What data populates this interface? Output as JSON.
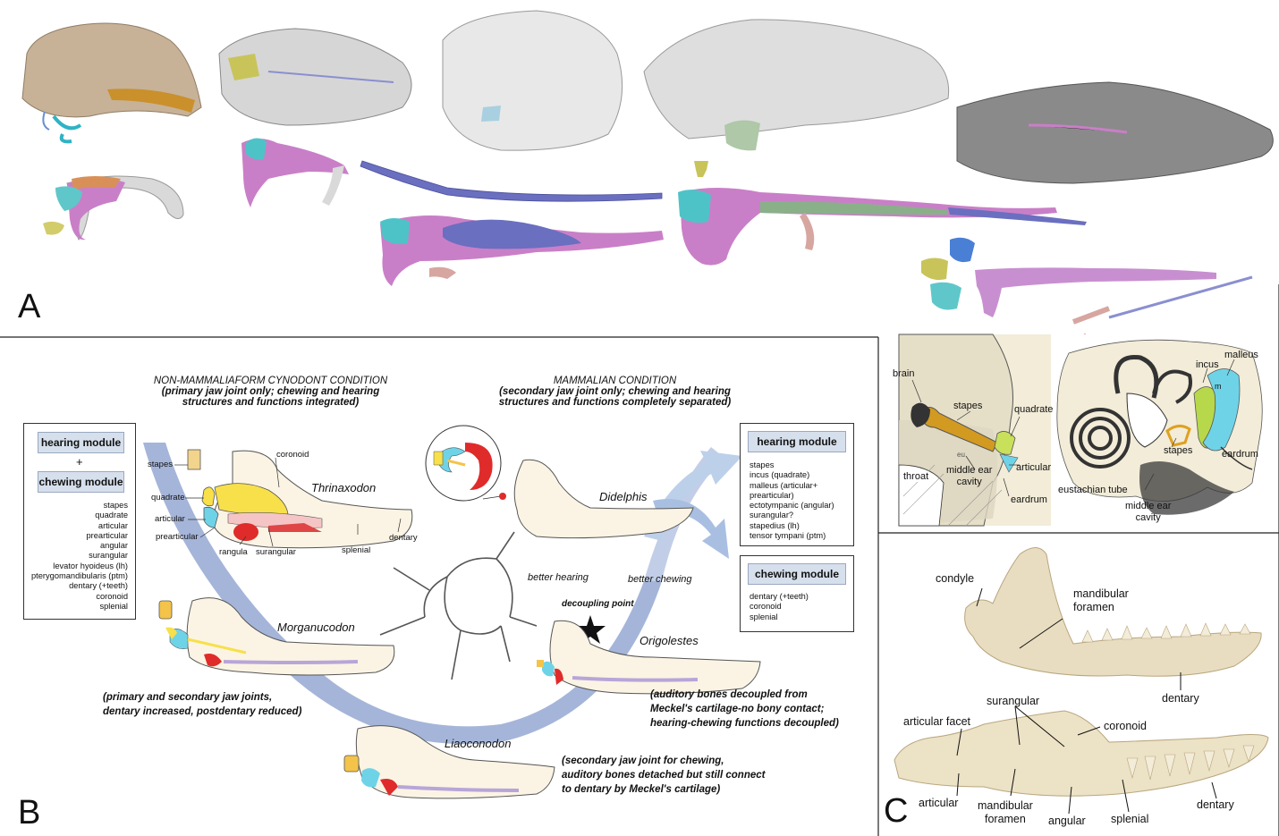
{
  "panel_a": {
    "letter": "A"
  },
  "panel_b": {
    "letter": "B",
    "left_title_1": "NON-MAMMALIAFORM CYNODONT CONDITION",
    "left_title_2": "(primary jaw joint only; chewing and hearing",
    "left_title_3": "structures and functions integrated)",
    "right_title_1": "MAMMALIAN CONDITION",
    "right_title_2": "(secondary jaw joint only; chewing and hearing",
    "right_title_3": "structures and functions completely separated)",
    "left_box": {
      "hearing": "hearing module",
      "plus": "+",
      "chewing": "chewing module",
      "items": [
        "stapes",
        "quadrate",
        "articular",
        "prearticular",
        "angular",
        "surangular",
        "levator hyoideus (lh)",
        "pterygomandibularis (ptm)",
        "dentary (+teeth)",
        "coronoid",
        "splenial"
      ]
    },
    "right_hearing_box": {
      "title": "hearing module",
      "items": [
        "stapes",
        "incus (quadrate)",
        "malleus (articular+",
        "prearticular)",
        "ectotympanic (angular)",
        "surangular?",
        "stapedius (lh)",
        "tensor tympani (ptm)"
      ]
    },
    "right_chewing_box": {
      "title": "chewing module",
      "items": [
        "dentary (+teeth)",
        "coronoid",
        "splenial"
      ]
    },
    "taxa": {
      "thrinaxodon": "Thrinaxodon",
      "morganucodon": "Morganucodon",
      "liaoconodon": "Liaoconodon",
      "origolestes": "Origolestes",
      "didelphis": "Didelphis"
    },
    "thrinaxodon_labels": {
      "stapes": "stapes",
      "quadrate": "quadrate",
      "articular": "articular",
      "prearticular": "prearticular",
      "rangula": "rangula",
      "surangular": "surangular",
      "coronoid": "coronoid",
      "splenial": "splenial",
      "dentary": "dentary"
    },
    "tree_labels": {
      "better_hearing": "better hearing",
      "better_chewing": "better chewing",
      "decoupling_point": "decoupling point"
    },
    "captions": {
      "morganucodon_1": "(primary and secondary jaw joints,",
      "morganucodon_2": "dentary increased, postdentary reduced)",
      "origolestes_1": "(auditory bones decoupled from",
      "origolestes_2": "Meckel's cartilage-no bony contact;",
      "origolestes_3": "hearing-chewing functions decoupled)",
      "liaoconodon_1": "(secondary jaw joint for chewing,",
      "liaoconodon_2": "auditory bones detached but still connect",
      "liaoconodon_3": "to dentary by Meckel's cartilage)"
    }
  },
  "ear_panel": {
    "brain": "brain",
    "stapes_left": "stapes",
    "quadrate": "quadrate",
    "articular": "articular",
    "throat": "throat",
    "middle_ear_cavity_left": "middle ear\ncavity",
    "eu": "eu",
    "eardrum_left": "eardrum",
    "incus": "incus",
    "malleus": "malleus",
    "m": "m",
    "stapes_right": "stapes",
    "eardrum_right": "eardrum",
    "eustachian_tube": "eustachian tube",
    "middle_ear_cavity_right": "middle ear\ncavity"
  },
  "panel_c": {
    "letter": "C",
    "condyle": "condyle",
    "mandibular_foramen_top": "mandibular\nforamen",
    "dentary_top": "dentary",
    "surangular": "surangular",
    "articular_facet": "articular facet",
    "coronoid": "coronoid",
    "articular": "articular",
    "mandibular_foramen_bottom": "mandibular\nforamen",
    "angular": "angular",
    "splenial": "splenial",
    "dentary_bottom": "dentary"
  },
  "colors": {
    "bone_beige": "#fbf4e4",
    "quadrate_yellow": "#f7e04a",
    "articular_cyan": "#6fd3e8",
    "dentary_pink": "#c97fc7",
    "rangula_red": "#e02b2b",
    "band_blue": "#7f96c8",
    "panel_module_blue": "#d6dfec"
  }
}
